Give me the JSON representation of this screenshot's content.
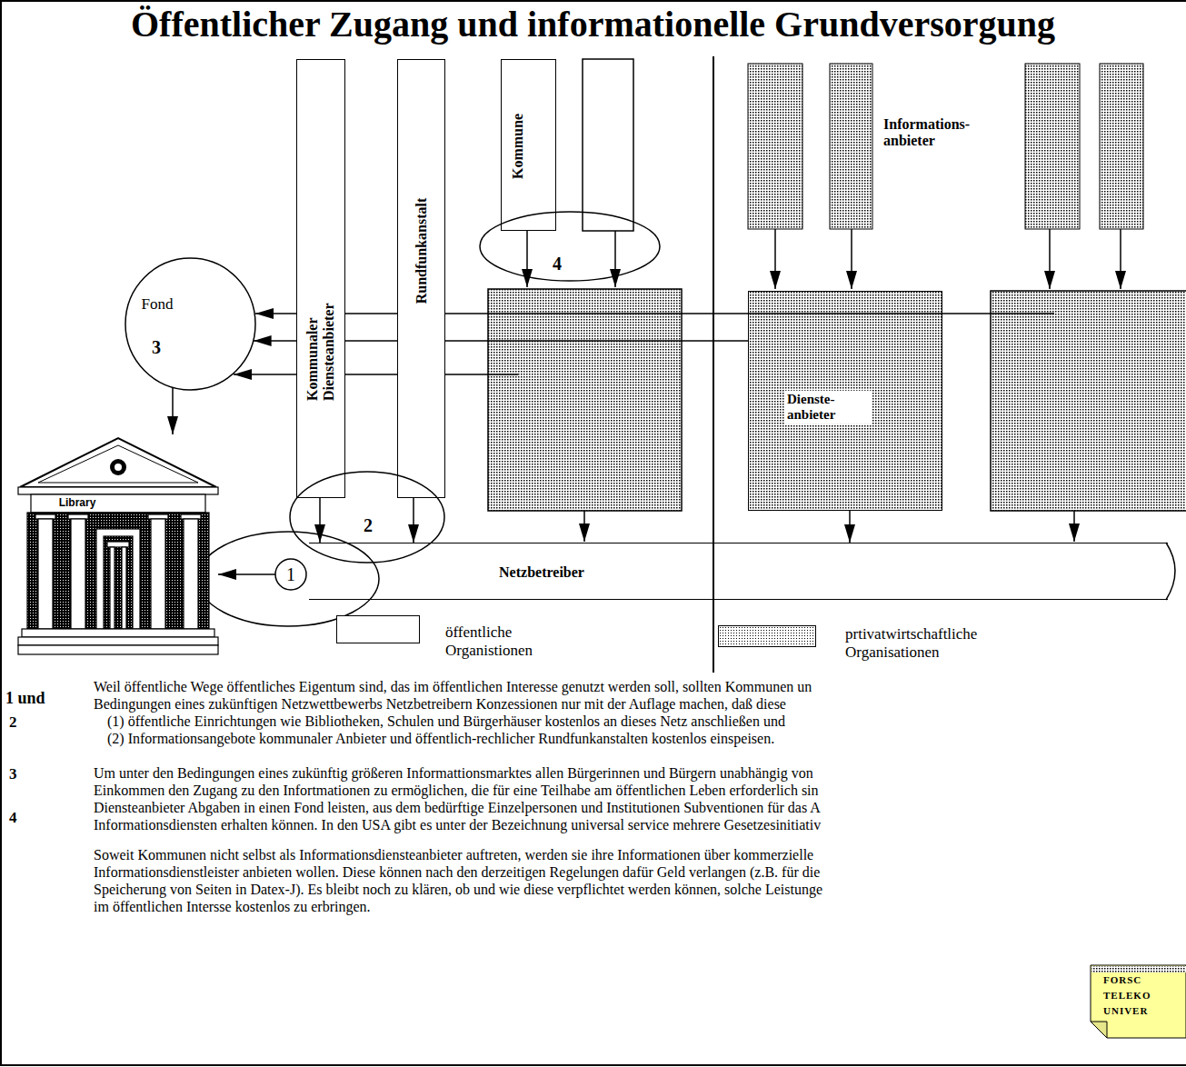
{
  "diagram": {
    "title": "Öffentlicher Zugang und informationelle Grundversorgung",
    "nodes": [
      {
        "text": [
          "Kommunaler Diensteanbieter"
        ]
      },
      {
        "text": [
          "Rundfunkanstalt"
        ]
      },
      {
        "text": [
          "Kommune"
        ]
      },
      {
        "text": [
          "4"
        ]
      },
      {
        "text": [
          "Fond",
          "3"
        ]
      },
      {
        "text": [
          "Dienste- anbieter"
        ]
      },
      {
        "text": [
          "2"
        ]
      },
      {
        "text": [
          "Library"
        ]
      },
      {
        "text": [
          "1"
        ]
      },
      {
        "text": [
          "Netzbetreiber"
        ]
      }
    ],
    "edges": [
      {
        "from": 0,
        "to": 9,
        "arrow": "to"
      },
      {
        "from": 1,
        "to": 9,
        "arrow": "to"
      },
      {
        "from": 5,
        "to": 9,
        "arrow": "to"
      },
      {
        "from": 5,
        "to": 4,
        "arrow": "to"
      },
      {
        "from": 4,
        "to": 7,
        "arrow": "to"
      },
      {
        "from": 8,
        "to": 7,
        "arrow": "to"
      }
    ],
    "labels": [
      "Informations- anbieter",
      "1 und",
      "Weil öffentliche Wege öffentliches Eigentum sind, das im öffentlichen Interesse genutzt werden soll, sollten Kommunen un",
      "Bedingungen eines zukünftigen Netzwettbewerbs Netzbetreibern Konzessionen nur mit der Auflage machen, daß diese",
      "2",
      "(1) öffentliche Einrichtungen wie Bibliotheken, Schulen und Bürgerhäuser kostenlos an dieses Netz anschließen und",
      "(2) Informationsangebote kommunaler Anbieter und öffentlich-rechlicher Rundfunkanstalten kostenlos einspeisen.",
      "3",
      "Um unter den Bedingungen eines zukünftig größeren Informattionsmarktes allen Bürgerinnen und Bürgern unabhängig von",
      "Einkommen den Zugang zu den Infortmationen zu ermöglichen, die für eine Teilhabe am öffentlichen Leben erforderlich sin",
      "Diensteanbieter Abgaben in einen Fond leisten, aus dem bedürftige Einzelpersonen und Institutionen Subventionen für das A",
      "Informationsdiensten erhalten können. In den USA gibt es unter der Bezeichnung universal service mehrere Gesetzesinitiativ",
      "4",
      "Soweit Kommunen nicht selbst als Informationsdiensteanbieter auftreten, werden sie ihre Informationen über kommerzielle",
      "Informationsdienstleister anbieten wollen. Diese können nach den derzeitigen Regelungen dafür Geld verlangen (z.B. für die",
      "Speicherung von Seiten in Datex-J). Es bleibt noch zu klären, ob und wie diese verpflichtet werden können, solche Leistunge",
      "im öffentlichen Intersse kostenlos zu erbringen.",
      "FORSC",
      "TELEKO",
      "UNIVER"
    ],
    "legend": [
      {
        "text": "öffentliche Organistionen",
        "color": "#ffffff"
      },
      {
        "text": "prtivatwirtschaftliche Organisationen"
      }
    ]
  }
}
